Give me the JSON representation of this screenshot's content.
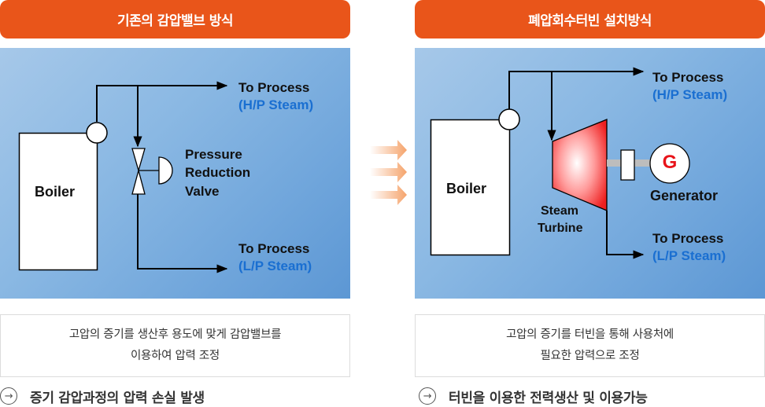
{
  "left": {
    "title": "기존의 감압밸브 방식",
    "diagram": {
      "boiler": "Boiler",
      "hp_process": "To Process",
      "hp_steam": "(H/P Steam)",
      "valve_line1": "Pressure",
      "valve_line2": "Reduction",
      "valve_line3": "Valve",
      "lp_process": "To Process",
      "lp_steam": "(L/P Steam)"
    },
    "description_line1": "고압의 증기를 생산후 용도에 맞게 감압밸브를",
    "description_line2": "이용하여 압력 조정",
    "result": "증기 감압과정의 압력 손실 발생"
  },
  "right": {
    "title": "폐압회수터빈 설치방식",
    "diagram": {
      "boiler": "Boiler",
      "hp_process": "To Process",
      "hp_steam": "(H/P Steam)",
      "turbine_line1": "Steam",
      "turbine_line2": "Turbine",
      "generator_symbol": "G",
      "generator": "Generator",
      "lp_process": "To Process",
      "lp_steam": "(L/P Steam)"
    },
    "description_line1": "고압의 증기를 터빈을 통해 사용처에",
    "description_line2": "필요한 압력으로 조정",
    "result": "터빈을 이용한 전력생산 및 이용가능"
  },
  "icons": {
    "result_icon": "arrow-right-circle-icon",
    "transition_icon": "triple-arrow-right-icon"
  },
  "colors": {
    "header": "#e9551a",
    "steam_label": "#1a6fd1",
    "generator_symbol": "#e8141a",
    "transition_arrow": "#f5a36b"
  }
}
